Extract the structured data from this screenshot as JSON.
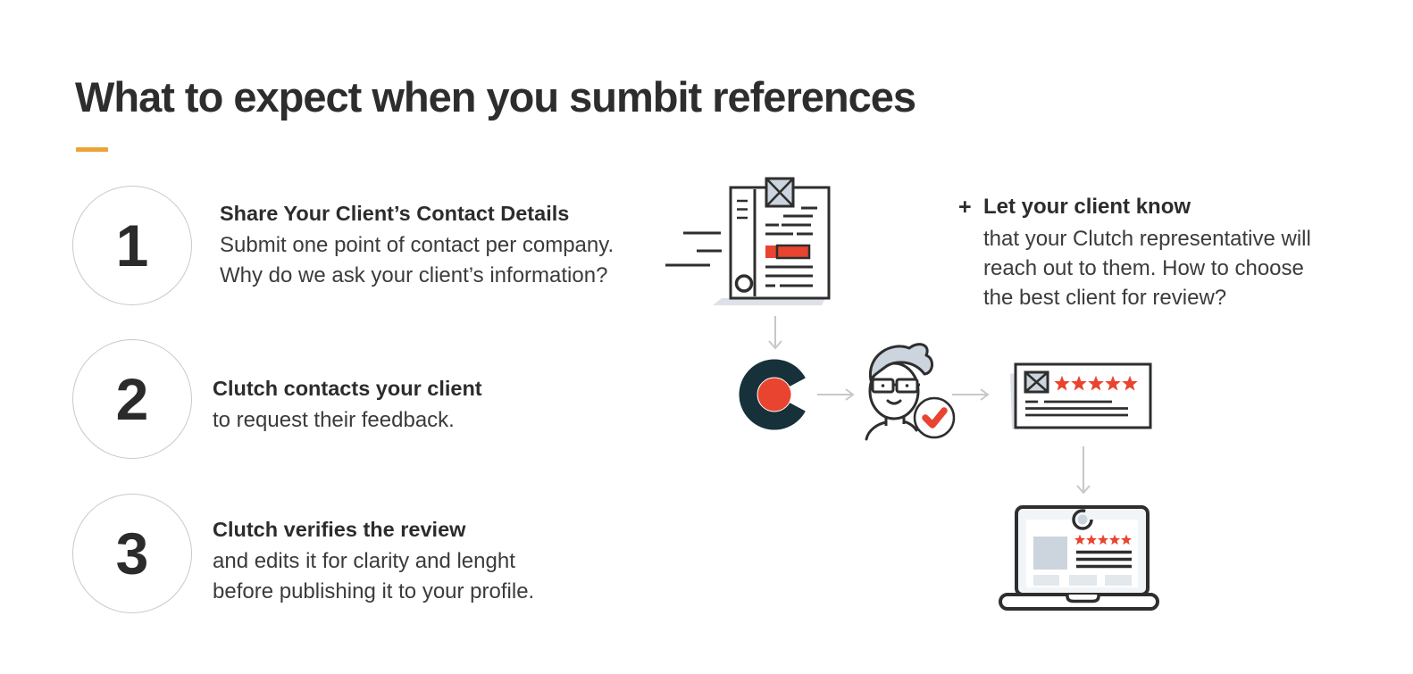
{
  "title": "What to expect when you sumbit references",
  "steps": [
    {
      "number": "1",
      "heading": "Share Your Client’s Contact Details",
      "body": "Submit one point of contact per company.\nWhy do we ask your client’s information?"
    },
    {
      "number": "2",
      "heading": "Clutch contacts your client",
      "body": "to request their feedback."
    },
    {
      "number": "3",
      "heading": "Clutch verifies the review",
      "body": "and edits it for clarity and lenght\nbefore publishing it to your profile."
    }
  ],
  "note": {
    "bullet": "+",
    "heading": "Let your client know",
    "body": "that your Clutch representative will\nreach out to them. How to choose\nthe best client for review?"
  },
  "flow_icons": [
    "reference-document-icon",
    "down-arrow-icon",
    "clutch-logo-icon",
    "right-arrow-icon",
    "client-representative-icon",
    "verified-check-badge-icon",
    "review-card-icon",
    "down-arrow-icon",
    "published-profile-laptop-icon"
  ],
  "review_stars_count": 5,
  "colors": {
    "accent_orange": "#eda338",
    "brand_navy": "#17313b",
    "brand_red": "#e9442f",
    "ink": "#2d2d2d",
    "body_ink": "#3b3b3b",
    "arrow_gray": "#c5c8cb",
    "fill_gray": "#ccd5dd",
    "shadow_gray": "#dce2e8"
  }
}
